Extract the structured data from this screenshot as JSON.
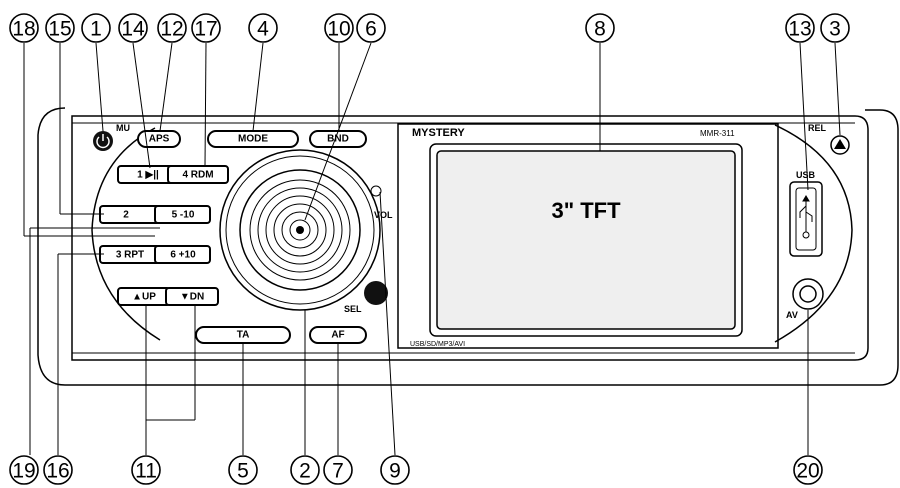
{
  "device": {
    "brand": "MYSTERY",
    "model": "MMR-311",
    "screen_text": "3\" TFT",
    "formats": "USB/SD/MP3/AVI"
  },
  "buttons": {
    "aps": "APS",
    "mode": "MODE",
    "bnd": "BND",
    "ta": "TA",
    "af": "AF",
    "preset1": "1 ▶||",
    "preset2": "2",
    "preset3": "3 RPT",
    "preset4": "4 RDM",
    "preset5": "5 -10",
    "preset6": "6 +10",
    "up": "▲UP",
    "dn": "▼DN"
  },
  "labels": {
    "mu": "MU",
    "vol": "VOL",
    "sel": "SEL",
    "rel": "REL",
    "usb": "USB",
    "av": "AV"
  },
  "callouts": {
    "c18": "18",
    "c15": "15",
    "c1": "1",
    "c14": "14",
    "c12": "12",
    "c17": "17",
    "c4": "4",
    "c10": "10",
    "c6": "6",
    "c8": "8",
    "c13": "13",
    "c3": "3",
    "c19": "19",
    "c16": "16",
    "c11": "11",
    "c5": "5",
    "c2": "2",
    "c7": "7",
    "c9": "9",
    "c20": "20"
  }
}
